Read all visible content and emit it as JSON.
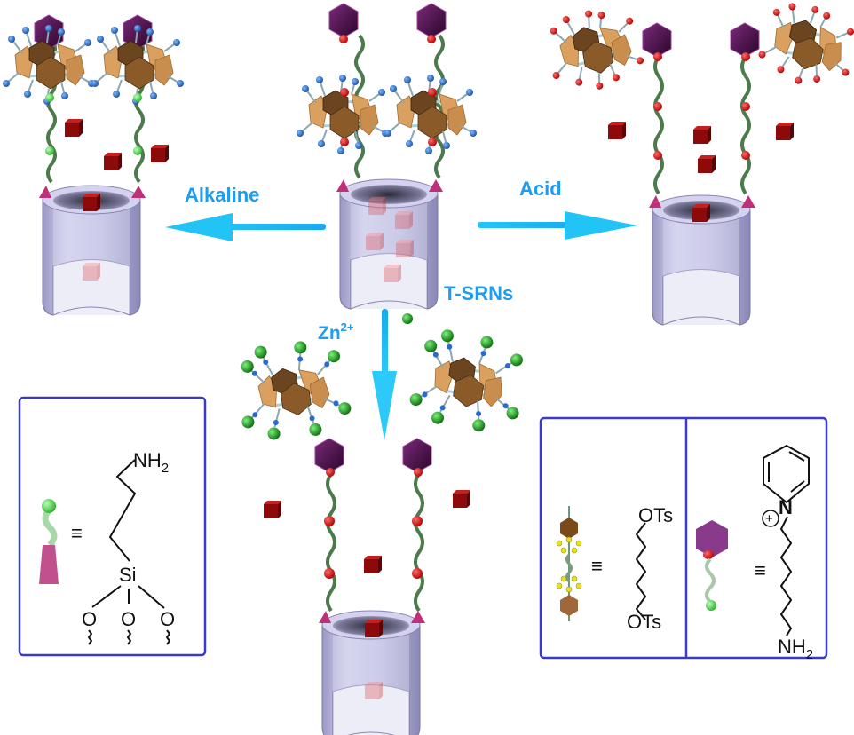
{
  "figure": {
    "type": "reaction-scheme",
    "subject": "Triple stimuli-responsive nanocarrier (T-SRNs) cargo release"
  },
  "center": {
    "label": "T-SRNs",
    "description": "Loaded mesoporous nanocontainer capped by pillararene rings threaded on axles"
  },
  "arrows": [
    {
      "id": "alkaline",
      "label": "Alkaline",
      "direction": "left"
    },
    {
      "id": "acid",
      "label": "Acid",
      "direction": "right"
    },
    {
      "id": "zinc",
      "label_base": "Zn",
      "label_sup": "2+",
      "direction": "down"
    }
  ],
  "states": {
    "alkaline": "Rings shuttle to top of axle; cargo released",
    "acid": "Rings dissociate from axle; cargo released",
    "zinc": "Rings complex Zn2+ and dissociate; cargo released"
  },
  "legends": {
    "left_box": {
      "equiv": "≡",
      "top_group": "NH",
      "top_sub": "2",
      "center_atom": "Si",
      "oxygens": [
        "O",
        "O",
        "O"
      ]
    },
    "right_box_a": {
      "equiv": "≡",
      "top_group": "OTs",
      "bottom_group": "OTs"
    },
    "right_box_b": {
      "equiv": "≡",
      "ring_atom": "N",
      "charge": "+",
      "bottom_group": "NH",
      "bottom_sub": "2"
    }
  },
  "colors": {
    "arrow": "#1ec8f5",
    "label": "#1e9cf0",
    "container": "#b9b7dc",
    "cargo": "#9c1010",
    "stopper": "#3a0a3a",
    "ring_dark": "#6b4420",
    "ring_light": "#d9a060",
    "legend_border": "#3a3ac8",
    "hydroxyl": "#2a78c8",
    "zinc": "#1a8a1a",
    "chain": "#4c7a4c"
  }
}
